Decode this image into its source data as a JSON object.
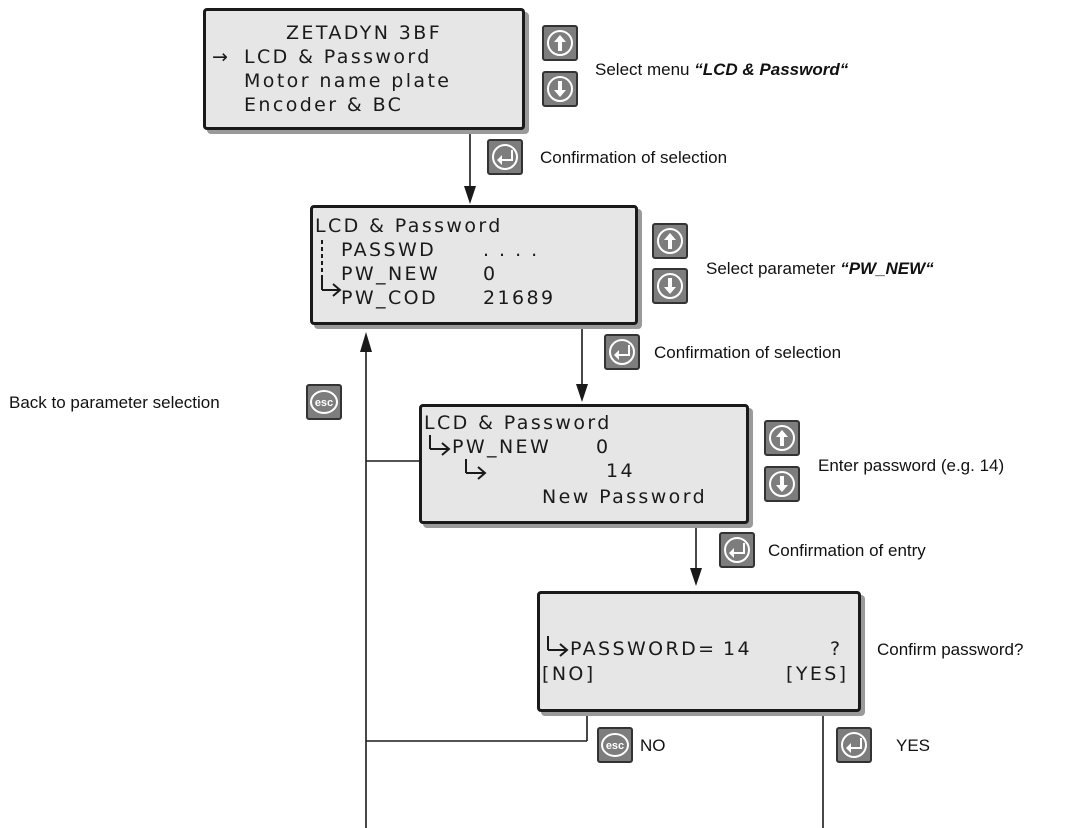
{
  "screen1": {
    "title": "ZETADYN 3BF",
    "arrow": "→",
    "items": [
      "LCD & Password",
      "Motor name plate",
      "Encoder & BC"
    ]
  },
  "screen2": {
    "title": "LCD & Password",
    "rows": [
      {
        "param": "PASSWD",
        "value": "...."
      },
      {
        "param": "PW_NEW",
        "value": "0"
      },
      {
        "param": "PW_COD",
        "value": "21689"
      }
    ]
  },
  "screen3": {
    "title": "LCD & Password",
    "param": "PW_NEW",
    "value": "0",
    "entry": "14",
    "footer": "New Password"
  },
  "screen4": {
    "prompt": "PASSWORD=",
    "value": "14",
    "question": "?",
    "no": "[NO]",
    "yes": "[YES]"
  },
  "labels": {
    "select_menu_prefix": "Select menu ",
    "select_menu_value": "“LCD & Password“",
    "confirm_selection_1": "Confirmation of selection",
    "select_param_prefix": "Select parameter ",
    "select_param_value": "“PW_NEW“",
    "confirm_selection_2": "Confirmation of selection",
    "back": "Back to parameter selection",
    "enter_password": "Enter password (e.g. 14)",
    "confirm_entry": "Confirmation of entry",
    "confirm_password": "Confirm password?",
    "no": "NO",
    "yes": "YES"
  },
  "keys": {
    "up": "up-arrow-icon",
    "down": "down-arrow-icon",
    "enter": "enter-icon",
    "esc": "esc",
    "key_color": "#7d7d7d",
    "screen_color": "#e6e6e6"
  }
}
